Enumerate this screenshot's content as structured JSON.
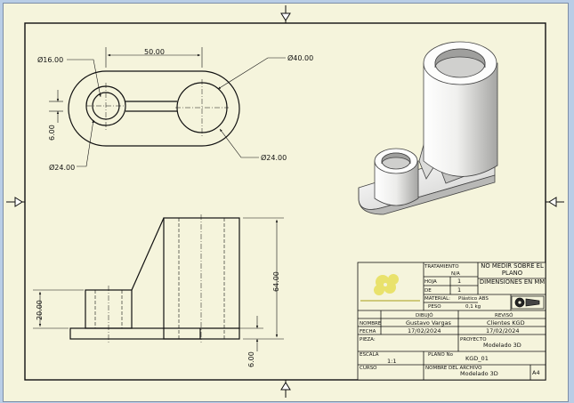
{
  "colors": {
    "sheet": "#f5f4dc",
    "line": "#111111",
    "window": "#b9cde6",
    "model_light": "#f2f2f0",
    "model_mid": "#d6d6d4",
    "model_dark": "#a9a9a7",
    "logo": "#e9e26c"
  },
  "dimensions": {
    "top_dia_small_outer": "Ø16.00",
    "top_spacing": "50.00",
    "top_dia_large_outer": "Ø40.00",
    "top_width": "6.00",
    "top_dia_small": "Ø24.00",
    "top_dia_large_inner": "Ø24.00",
    "front_height_small": "20.00",
    "front_height": "64.00",
    "front_base": "6.00"
  },
  "title_block": {
    "tratamiento_label": "TRATAMIENTO",
    "tratamiento_value": "N/A",
    "hoja_label": "HOJA",
    "hoja_value": "1",
    "de_label": "DE",
    "de_value": "1",
    "no_medir": "NO MEDIR SOBRE EL PLANO",
    "dimensiones": "DIMENSIONES EN MM",
    "material_label": "MATERIAL:",
    "material_value": "Plástico ABS",
    "peso_label": "PESO",
    "peso_value": "0,1 kg",
    "dibujo_label": "DIBUJÓ",
    "reviso_label": "REVISÓ",
    "nombre_label": "NOMBRE",
    "nombre_dibujo": "Gustavo Vargas",
    "nombre_reviso": "Clientes KGD",
    "fecha_label": "FECHA",
    "fecha_dibujo": "17/02/2024",
    "fecha_reviso": "17/02/2024",
    "pieza_label": "PIEZA:",
    "proyecto_label": "PROYECTO",
    "proyecto_value": "Modelado 3D",
    "escala_label": "ESCALA",
    "escala_value": "1:1",
    "plano_label": "PLANO No",
    "plano_value": "KGD_01",
    "curso_label": "CURSO",
    "nombre_archivo_label": "NOMBRE DEL ARCHIVO",
    "archivo_value": "Modelado 3D",
    "size_value": "A4"
  }
}
